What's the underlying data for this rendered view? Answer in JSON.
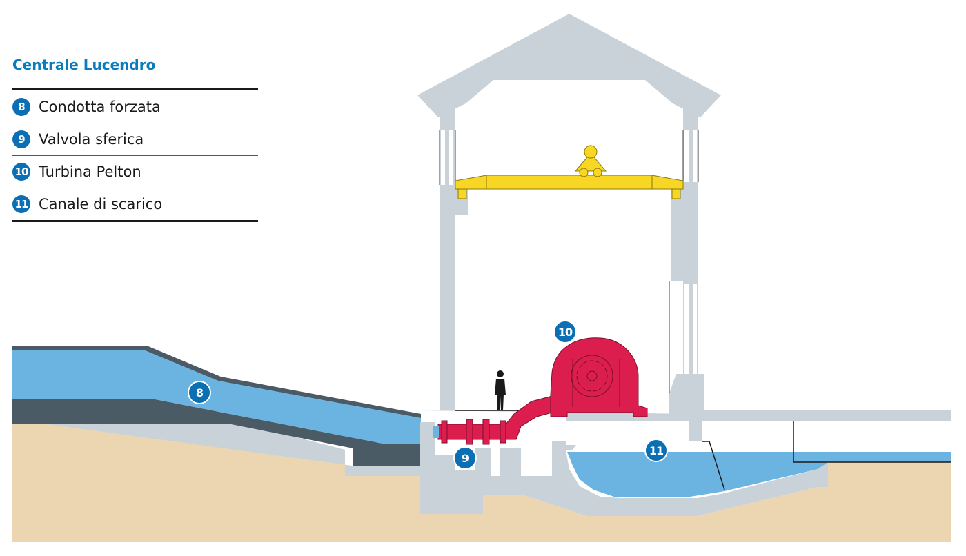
{
  "title": "Centrale Lucendro",
  "legend": [
    {
      "number": "8",
      "label": "Condotta forzata"
    },
    {
      "number": "9",
      "label": "Valvola sferica"
    },
    {
      "number": "10",
      "label": "Turbina Pelton"
    },
    {
      "number": "11",
      "label": "Canale di scarico"
    }
  ],
  "callouts": {
    "penstock": "8",
    "valve": "9",
    "turbine": "10",
    "tailrace": "11"
  },
  "colors": {
    "accent": "#0a7bbd",
    "badge": "#0a6fb3",
    "concrete": "#c9d2d8",
    "water": "#6bb3e0",
    "ground": "#ecd6b1",
    "dark_rock": "#4a5b66",
    "crane": "#f8d624",
    "turbine": "#dc1e4e"
  }
}
